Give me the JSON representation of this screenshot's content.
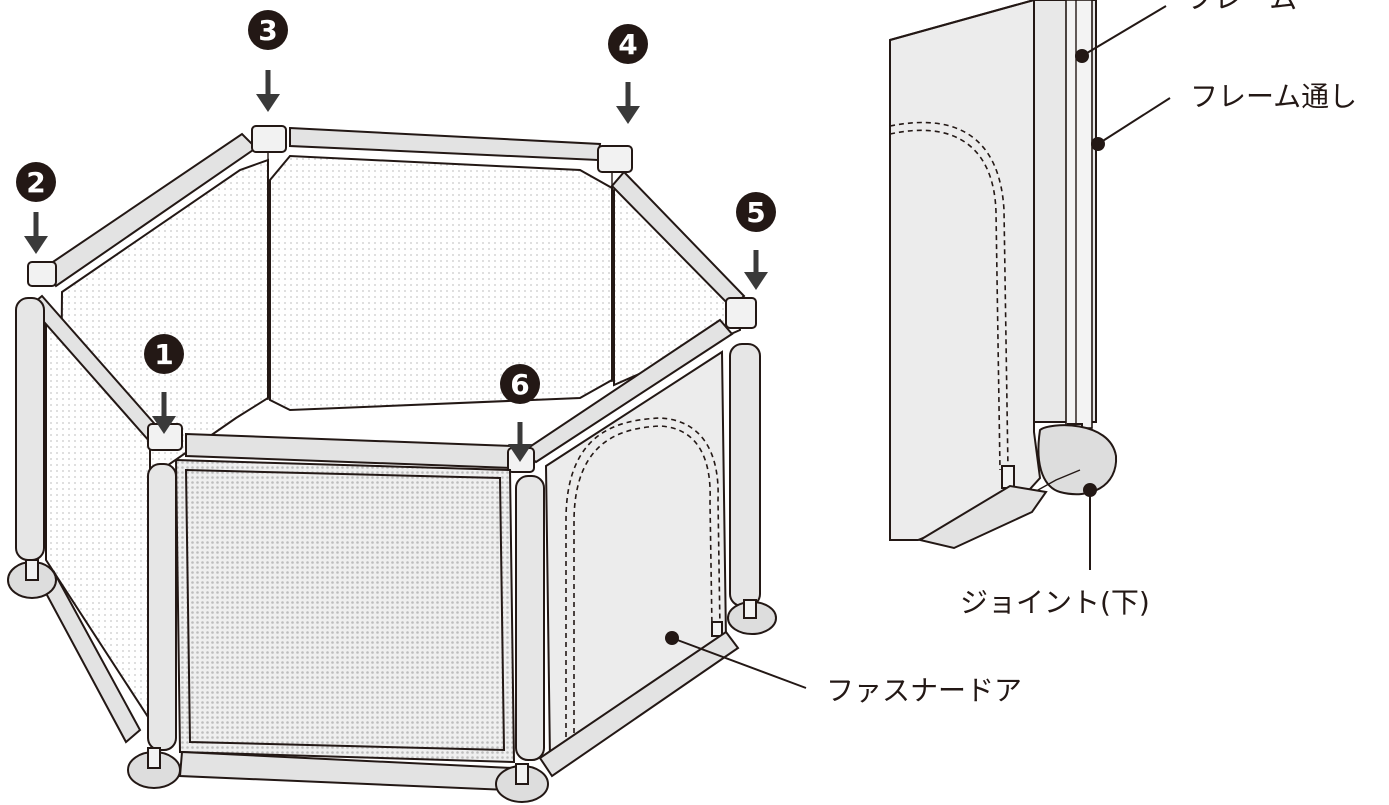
{
  "badges": {
    "b1": "1",
    "b2": "2",
    "b3": "3",
    "b4": "4",
    "b5": "5",
    "b6": "6"
  },
  "labels": {
    "frame": "フレーム",
    "frame_sleeve": "フレーム通し",
    "joint_bottom": "ジョイント(下)",
    "zipper_door": "ファスナードア"
  },
  "colors": {
    "ink": "#231815",
    "panel_gray": "#ececec",
    "rail_gray": "#e3e3e3"
  }
}
